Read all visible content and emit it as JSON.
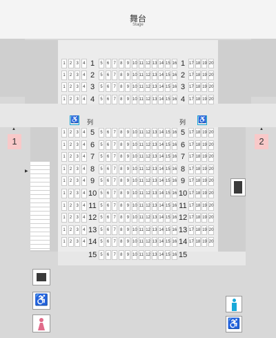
{
  "stage": {
    "title": "舞台",
    "subtitle": "Stage"
  },
  "aisle_label": "列",
  "doors": [
    "1",
    "2"
  ],
  "rows_upper": [
    "1",
    "2",
    "3",
    "4"
  ],
  "rows_lower": [
    "5",
    "6",
    "7",
    "8",
    "9",
    "10",
    "11",
    "12",
    "13",
    "14"
  ],
  "last_row": "15",
  "seat_blocks": {
    "left": [
      "1",
      "2",
      "3",
      "4"
    ],
    "center": [
      "5",
      "6",
      "7",
      "8",
      "9",
      "10",
      "11",
      "12",
      "13",
      "14",
      "15",
      "16"
    ],
    "right": [
      "17",
      "18",
      "19",
      "20"
    ],
    "last_row_center": [
      "5",
      "6",
      "7",
      "8",
      "9",
      "10",
      "11",
      "12",
      "13",
      "14",
      "15",
      "16"
    ]
  },
  "colors": {
    "door": "#f8c9c9",
    "wheelchair": "#19a9d9",
    "toilet_women": "#e06b8a",
    "toilet_men": "#19a9d9"
  },
  "icons": [
    "wheelchair-icon",
    "elevator-icon",
    "wheelchair-icon",
    "toilet-women-icon",
    "toilet-men-icon",
    "wheelchair-icon",
    "vending-icon"
  ]
}
